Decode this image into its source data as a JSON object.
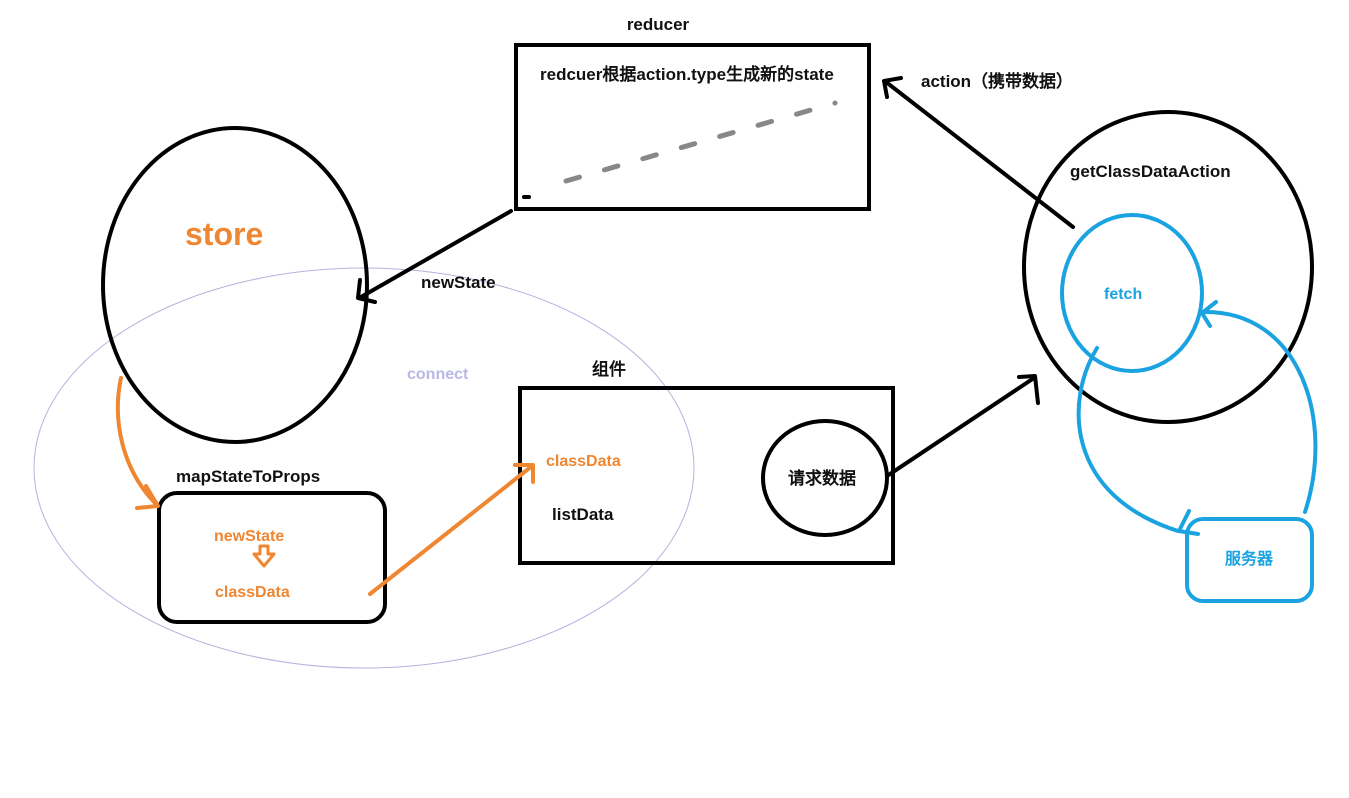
{
  "diagram": {
    "colors": {
      "black": "#000000",
      "orange": "#ef8632",
      "blue": "#1aa3e0",
      "connect_ellipse": "#b3b3dd",
      "connect_text": "#b8b8e4",
      "dash_gray": "#888888"
    },
    "reducer": {
      "title": "reducer",
      "body": "redcuer根据action.type生成新的state"
    },
    "action_label": "action（携带数据）",
    "store_label": "store",
    "new_state_label": "newState",
    "connect_label": "connect",
    "component": {
      "title": "组件",
      "class_data": "classData",
      "list_data": "listData",
      "request_button": "请求数据"
    },
    "map_state_to_props": {
      "title": "mapStateToProps",
      "new_state": "newState",
      "class_data": "classData"
    },
    "get_class_data_action": {
      "title": "getClassDataAction",
      "fetch": "fetch"
    },
    "server_label": "服务器"
  }
}
